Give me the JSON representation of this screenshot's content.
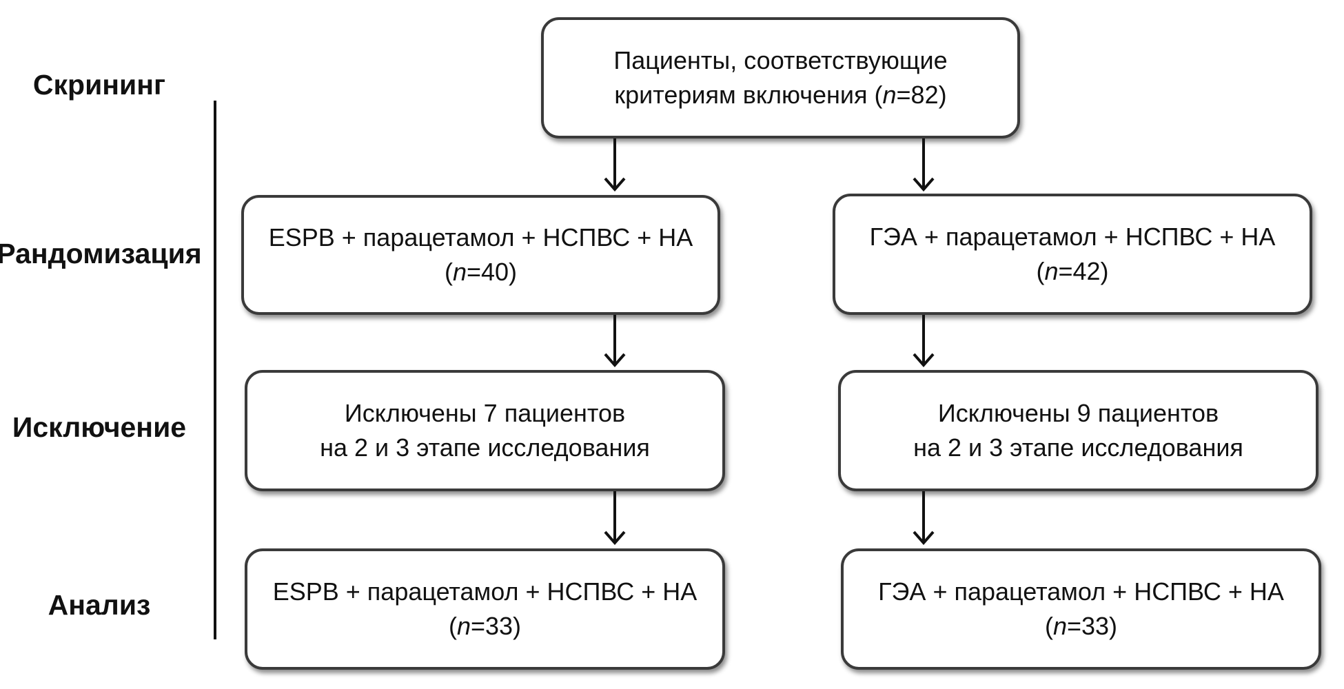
{
  "stages": {
    "screening": "Скрининг",
    "randomization": "Рандомизация",
    "exclusion": "Исключение",
    "analysis": "Анализ"
  },
  "boxes": {
    "top": {
      "line1": "Пациенты, соответствующие",
      "line2": "критериям включения (",
      "n_symbol": "n",
      "n_value": "=82)"
    },
    "randomization_left": {
      "line1": "ESPB + парацетамол + НСПВС + НА",
      "open": "(",
      "n_symbol": "n",
      "n_value": "=40)"
    },
    "randomization_right": {
      "line1": "ГЭА + парацетамол + НСПВС + НА",
      "open": "(",
      "n_symbol": "n",
      "n_value": "=42)"
    },
    "exclusion_left": {
      "line1": "Исключены 7 пациентов",
      "line2": "на 2 и 3 этапе исследования"
    },
    "exclusion_right": {
      "line1": "Исключены 9 пациентов",
      "line2": "на 2 и 3 этапе исследования"
    },
    "analysis_left": {
      "line1": "ESPB + парацетамол + НСПВС + НА",
      "open": "(",
      "n_symbol": "n",
      "n_value": "=33)"
    },
    "analysis_right": {
      "line1": "ГЭА + парацетамол + НСПВС + НА",
      "open": "(",
      "n_symbol": "n",
      "n_value": "=33)"
    }
  }
}
